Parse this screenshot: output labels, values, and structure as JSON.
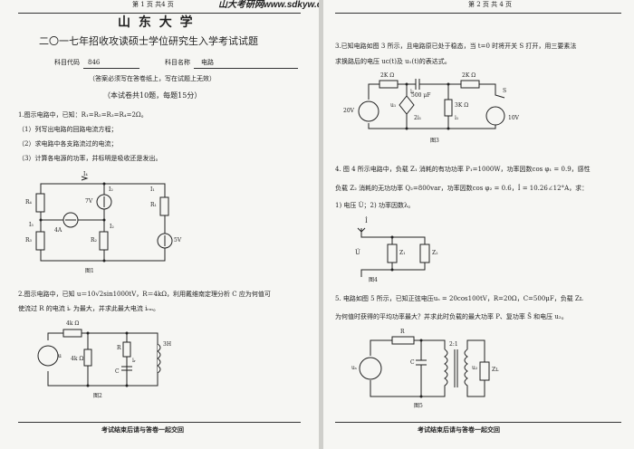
{
  "page1": {
    "page_no": "第 1 页  共4 页",
    "watermark": "山大考研网www.sdkyw.com",
    "univ": "山  东  大  学",
    "title": "二〇一七年招收攻读硕士学位研究生入学考试试题",
    "code_label": "科目代码",
    "code_value": "846",
    "subject_label": "科目名称",
    "subject_value": "电路",
    "notice": "（答案必须写在答卷纸上，写在试题上无效）",
    "summary": "（本试卷共10题，每题15分）",
    "q1": {
      "stem": "1.图示电路中，已知：R₁=R₂=R₃=R₄=2Ω。",
      "sub1": "（1）列写出电路的回路电流方程；",
      "sub2": "（2）求电路中各支路流过的电流；",
      "sub3": "（3）计算各电源的功率，并标明是吸收还是发出。",
      "fig": "图1",
      "labels": {
        "i4": "I₄",
        "r4": "R₄",
        "v7": "7V",
        "i2t": "I₂",
        "i1": "I₁",
        "r1": "R₁",
        "cs": "4A",
        "i3": "I₃",
        "r3": "R₃",
        "r2": "R₂",
        "i2": "I₂",
        "v5": "5V"
      }
    },
    "q2": {
      "line1": "2.图示电路中，已知 u＝10√2sin1000tV，R＝4kΩ，利用戴维南定理分析 C 应为何值可",
      "line2": "使流过 R 的电流 iᵣ 为最大，并求此最大电流 iᵣₘ。",
      "fig": "图2",
      "labels": {
        "r4k": "4k Ω",
        "r4k2": "4k Ω",
        "u": "u",
        "r": "R",
        "c": "C",
        "ir": "iᵣ",
        "l3h": "3H"
      }
    },
    "footer": "考试结束后请与答卷一起交回"
  },
  "page2": {
    "page_no": "第 2 页  共 4 页",
    "q3": {
      "line1": "3.已知电路如图 3 所示，且电路原已处于稳态，当 t=0 时将开关 S 打开，用三要素法",
      "line2": "求换路后的电压 uᴄ(t)及 u₁(t)的表达式。",
      "fig": "图3",
      "labels": {
        "r2k": "2K Ω",
        "i1": "i₁",
        "c": "500 μF",
        "r2k2": "2K Ω",
        "s": "S",
        "v20": "20V",
        "u1": "u₁",
        "cc": "2i₁",
        "r3k": "3K Ω",
        "i1b": "i₁",
        "v10": "10V"
      }
    },
    "q4": {
      "line1": "4. 图 4 所示电路中，负载 Z₁ 消耗的有功功率 P₁=1000W，功率因数cos φ₁ = 0.9，感性",
      "line2": "负载 Z₂ 消耗的无功功率 Q₂=800var，功率因数cos φ₂ = 0.6，İ = 10.26∠12°A，求：",
      "line3": "1) 电压 U̇；2) 功率因数λ。",
      "fig": "图4",
      "labels": {
        "i": "İ",
        "u": "U̇",
        "z1": "Z₁",
        "z2": "Z₂"
      }
    },
    "q5": {
      "line1": "5. 电路如图 5 所示，已知正弦电压uₛ = 20cos100tV，R=20Ω，C=500μF，负载 Zʟ",
      "line2": "为何值时获得的平均功率最大？并求此时负载的最大功率 P、复功率 S̄ 和电压 u₂。",
      "fig": "图5",
      "labels": {
        "r": "R",
        "ratio": "2:1",
        "us": "uₛ",
        "c": "C",
        "u2": "u₂",
        "zl": "Zʟ"
      }
    },
    "footer": "考试结束后请与答卷一起交回"
  }
}
